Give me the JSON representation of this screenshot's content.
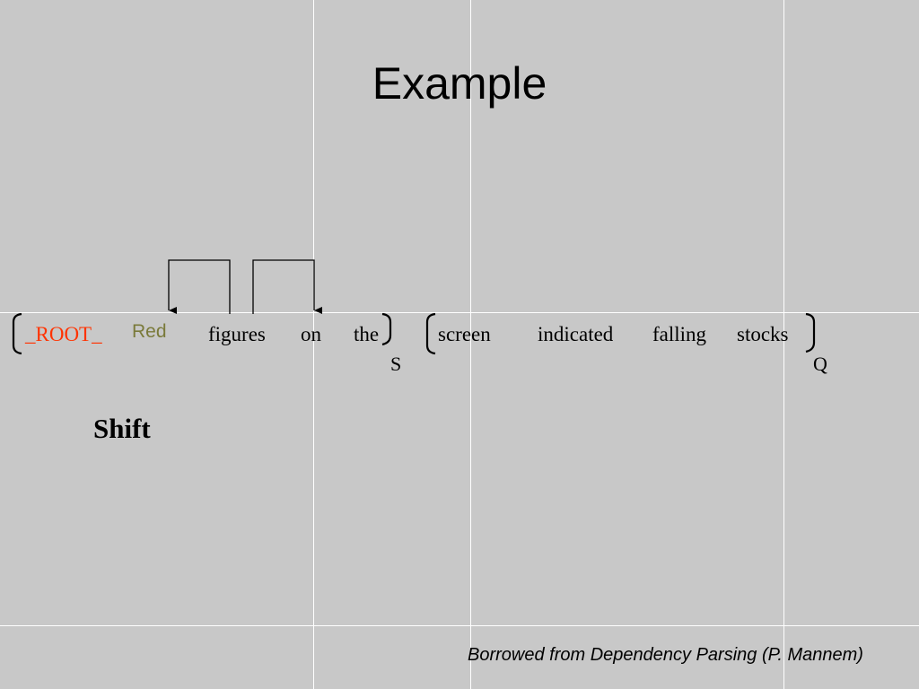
{
  "title": "Example",
  "stack_words": [
    "_ROOT_",
    "Red",
    "figures",
    "on",
    "the"
  ],
  "queue_words": [
    "screen",
    "indicated",
    "falling",
    "stocks"
  ],
  "stack_label": "S",
  "queue_label": "Q",
  "action": "Shift",
  "credit": "Borrowed from Dependency Parsing (P. Mannem)",
  "colors": {
    "background": "#c8c8c8",
    "root": "#ff3300",
    "red_word": "#7a7a3a",
    "gridline": "#ffffff"
  }
}
